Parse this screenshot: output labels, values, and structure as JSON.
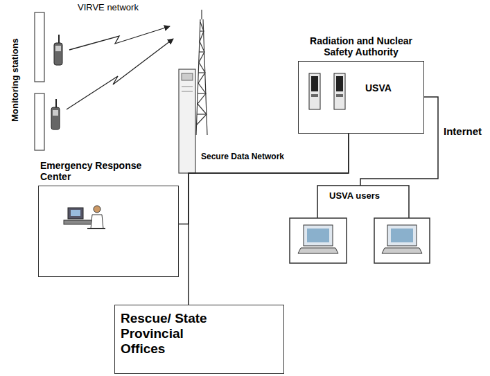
{
  "diagram": {
    "nodes": [
      {
        "text": [
          "Radiation and Nuclear Safety Authority",
          "USVA"
        ]
      },
      {
        "text": [
          "Emergency Response Center"
        ]
      },
      {
        "text": [
          "Rescue/ State Provincial Offices"
        ]
      }
    ],
    "edges": [
      {
        "from": 1,
        "to": 0,
        "arrow": "none"
      },
      {
        "from": 2,
        "to": 0,
        "arrow": "none"
      }
    ],
    "labels": [
      "VIRVE network",
      "Monitoring stations",
      "Secure Data Network",
      "Internet",
      "USVA users"
    ]
  }
}
